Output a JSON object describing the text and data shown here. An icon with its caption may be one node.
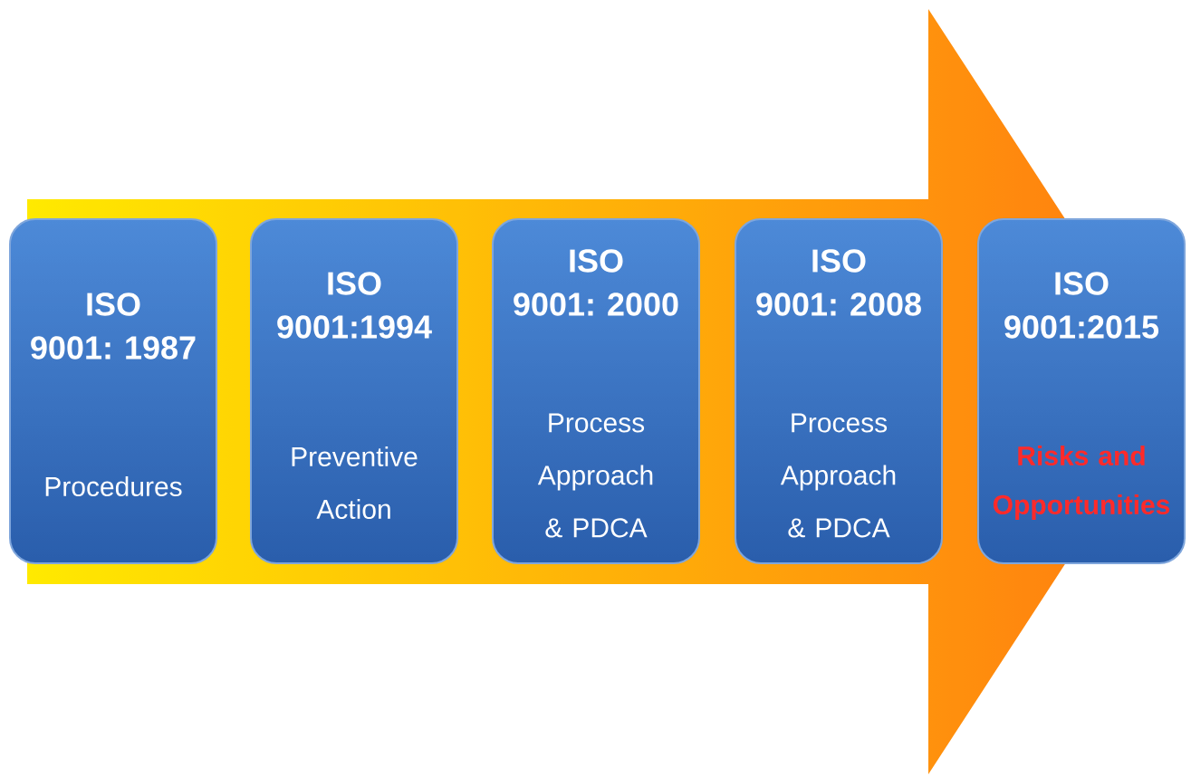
{
  "diagram": {
    "nodes": [
      {
        "text": [
          "ISO 9001: 1987",
          "Procedures"
        ]
      },
      {
        "text": [
          "ISO 9001:1994",
          "Preventive Action"
        ]
      },
      {
        "text": [
          "ISO 9001: 2000",
          "Process Approach & PDCA"
        ]
      },
      {
        "text": [
          "ISO 9001: 2008",
          "Process Approach & PDCA"
        ]
      },
      {
        "text": [
          "ISO 9001:2015",
          "Risks and Opportunities"
        ]
      }
    ]
  }
}
